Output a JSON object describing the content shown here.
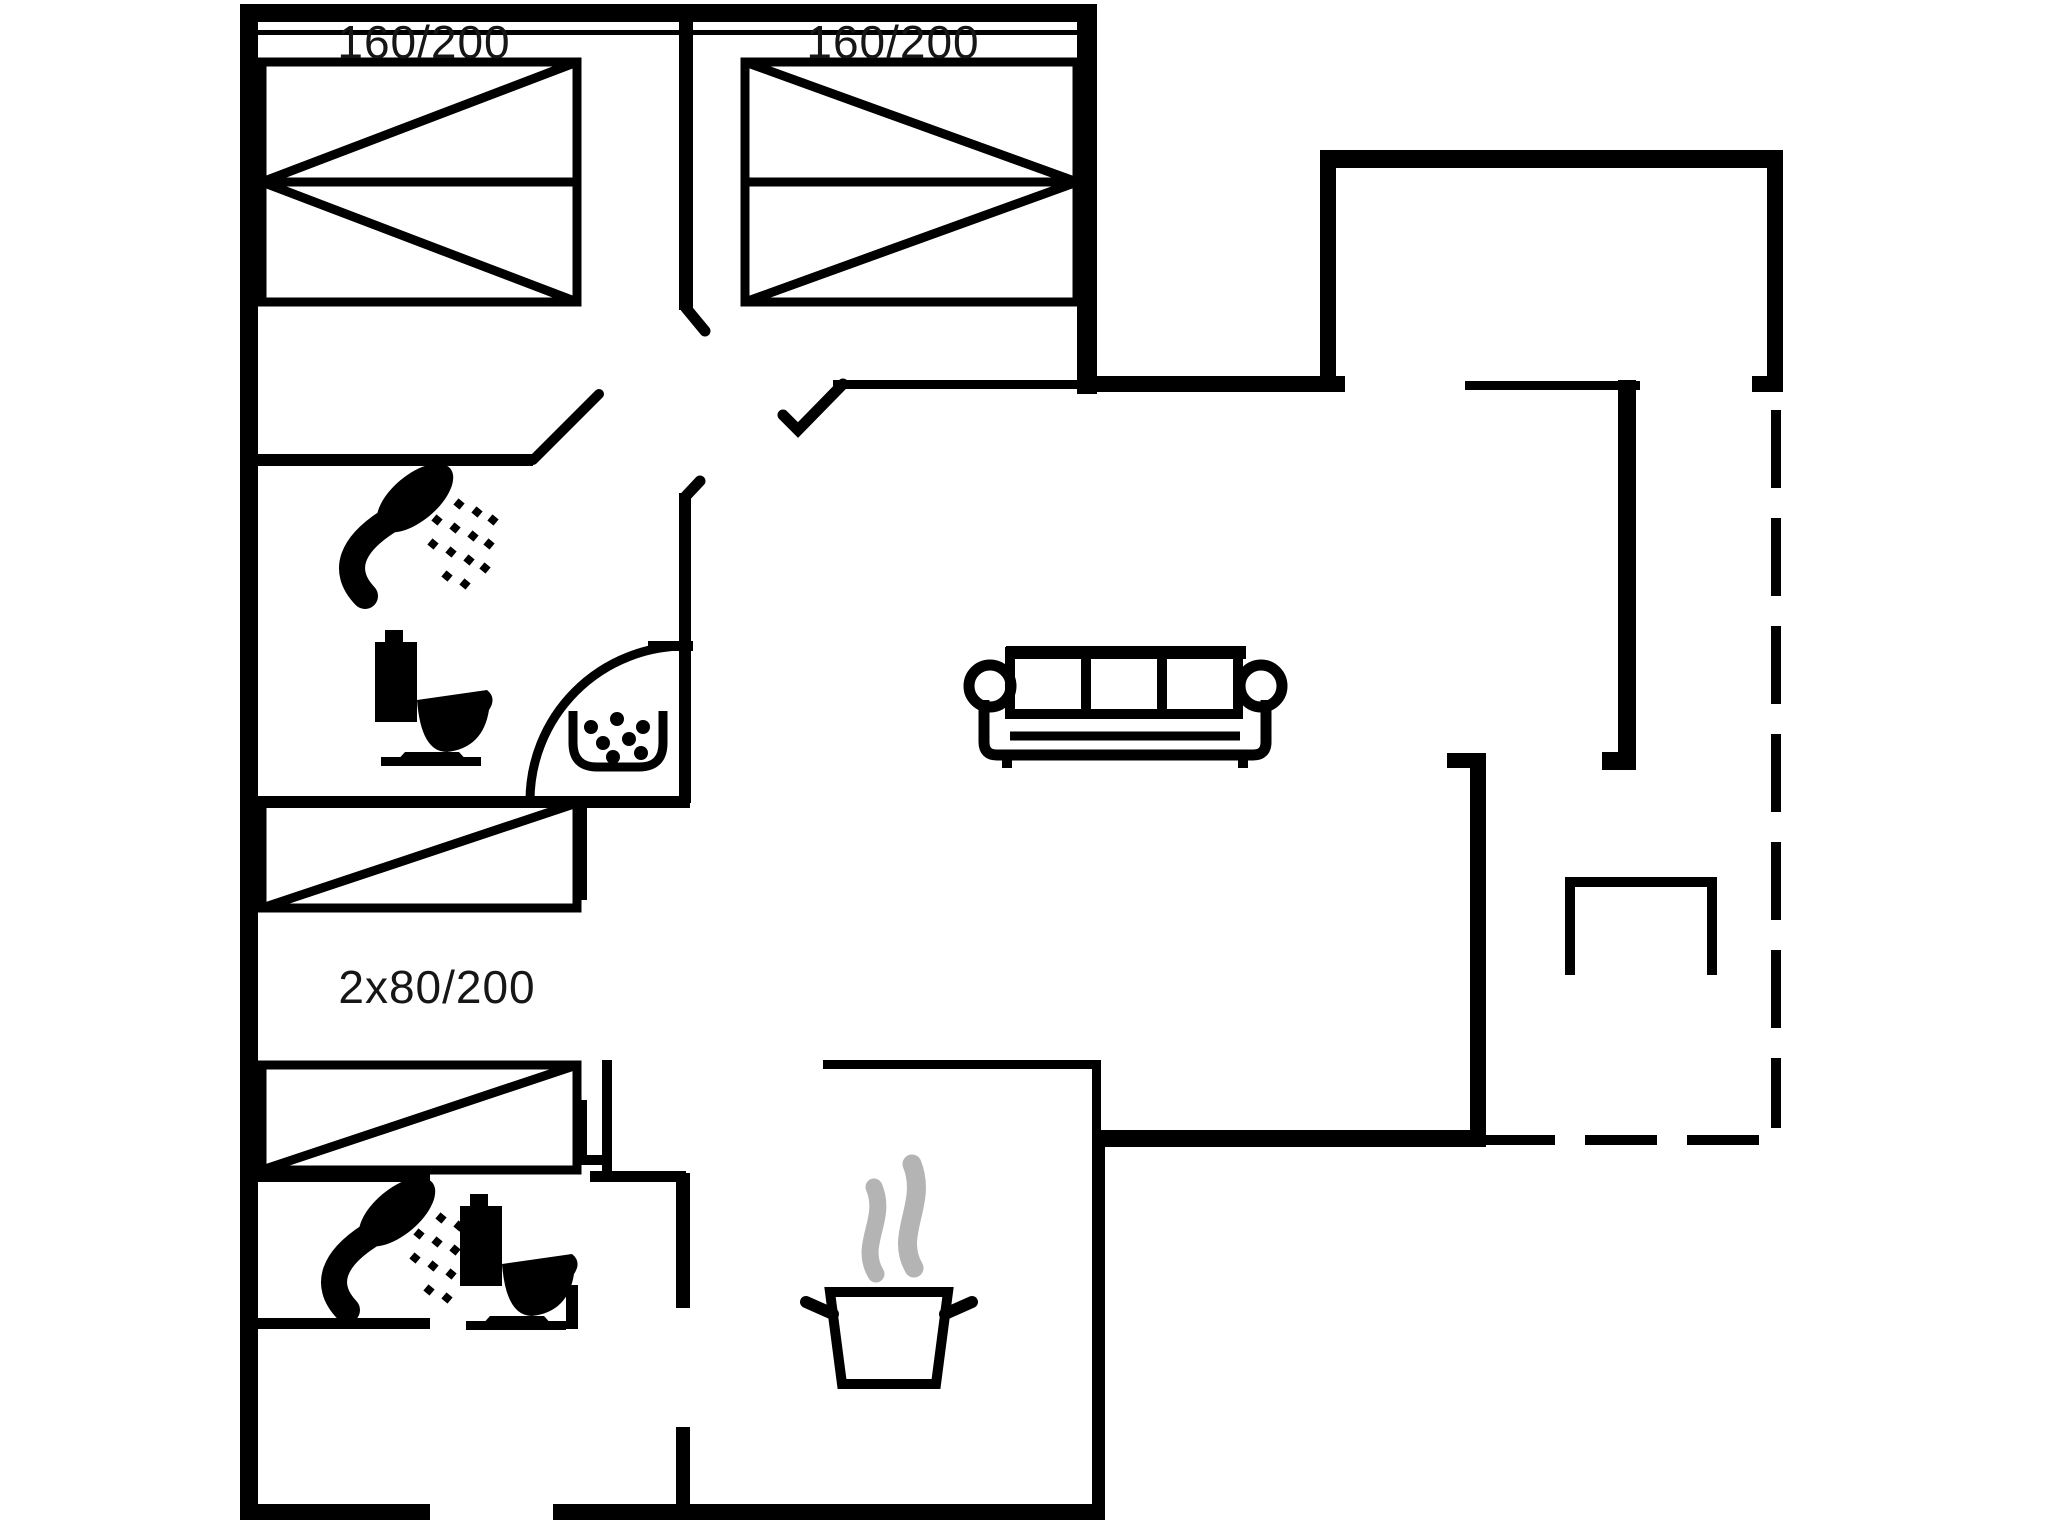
{
  "canvas": {
    "background": "#ffffff",
    "line_color": "#000000",
    "steam_color": "#b4b4b4"
  },
  "rooms": {
    "bedroom_top_left": {
      "bed_label": "160/200"
    },
    "bedroom_top_right": {
      "bed_label": "160/200"
    },
    "bedroom_middle_left": {
      "bed_label": "2x80/200"
    }
  },
  "icons": [
    {
      "name": "shower-icon",
      "count": 2
    },
    {
      "name": "toilet-icon",
      "count": 2
    },
    {
      "name": "washbasin-icon",
      "count": 1
    },
    {
      "name": "sofa-icon",
      "count": 1
    },
    {
      "name": "cooking-pot-icon",
      "count": 1
    },
    {
      "name": "table-icon",
      "count": 1
    },
    {
      "name": "terrace-dashed-boundary",
      "count": 1
    }
  ]
}
